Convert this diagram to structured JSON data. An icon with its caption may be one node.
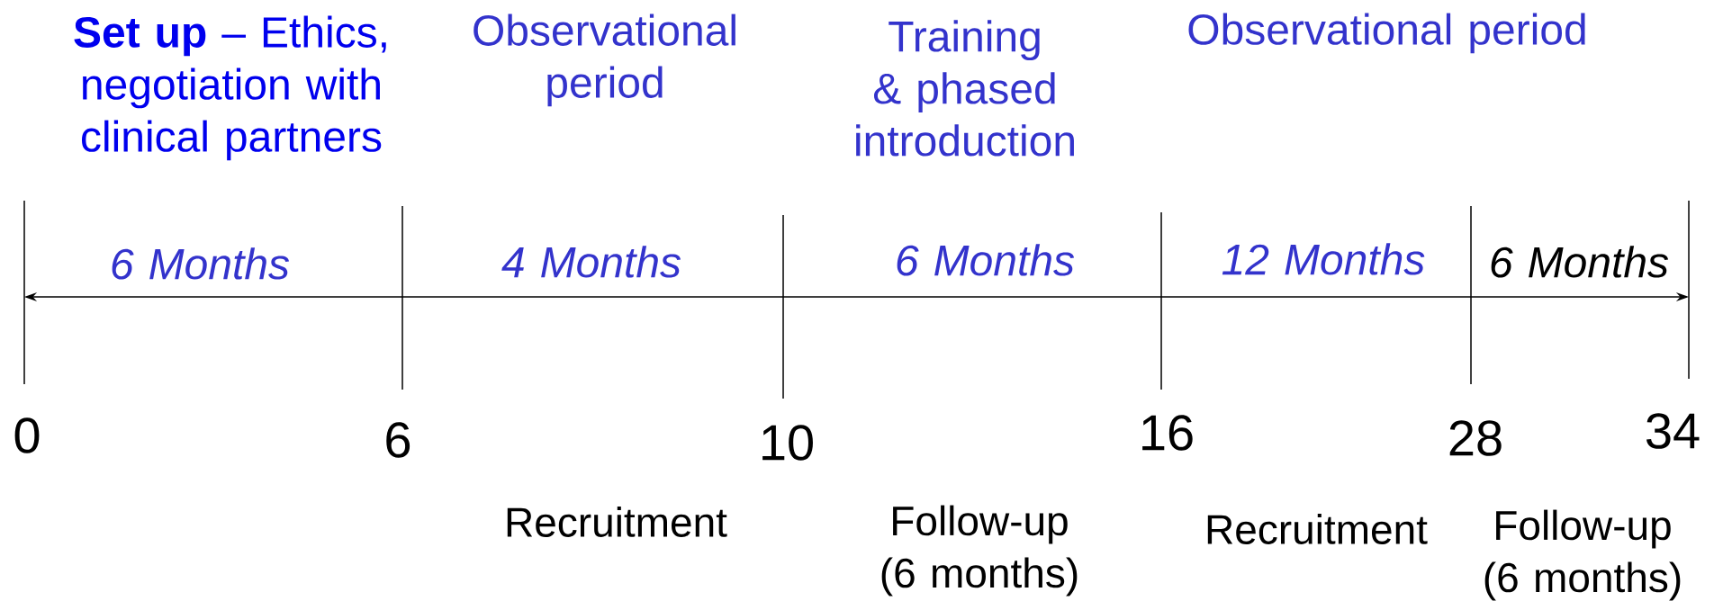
{
  "diagram": {
    "labels": [
      "**Set up** – Ethics, negotiation with clinical partners",
      "Observational period",
      "Training & phased introduction",
      "Observational period",
      "6 Months",
      "4 Months",
      "6 Months",
      "12 Months",
      "6 Months",
      "0",
      "6",
      "10",
      "16",
      "28",
      "34",
      "Recruitment",
      "Follow-up (6 months)",
      "Recruitment",
      "Follow-up (6 months)"
    ]
  }
}
